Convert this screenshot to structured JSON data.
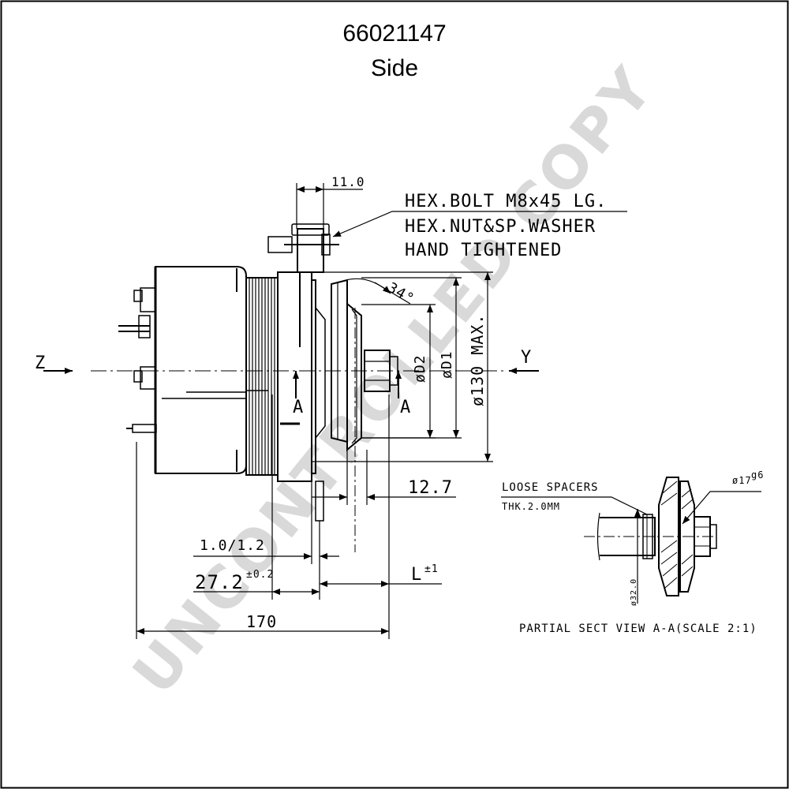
{
  "header": {
    "part_number": "66021147",
    "view": "Side"
  },
  "callouts": {
    "bolt_line1": "HEX.BOLT M8x45 LG.",
    "bolt_line2": "HEX.NUT&SP.WASHER",
    "bolt_line3": "HAND TIGHTENED"
  },
  "dimensions": {
    "bolt_offset": "11.0",
    "groove_angle": "34°",
    "d2": "øD2",
    "d1": "øD1",
    "max_dia": "ø130 MAX.",
    "pulley_width": "12.7",
    "gap": "1.0/1.2",
    "flange": "27.2",
    "flange_tol": "±0.2",
    "l_dim": "L",
    "l_tol": "±1",
    "overall": "170"
  },
  "view_markers": {
    "left": "Z",
    "right": "Y",
    "section": "A"
  },
  "section_view": {
    "spacers_label": "LOOSE SPACERS",
    "spacers_thk": "THK.2.0MM",
    "shaft_dia": "ø17",
    "shaft_fit": "g6",
    "bore_dia": "ø32.0",
    "caption": "PARTIAL SECT VIEW A-A(SCALE 2:1)"
  },
  "watermark": "UNCONTROLLED COPY",
  "colors": {
    "line": "#000000",
    "watermark": "#d9d9d9",
    "background": "#ffffff"
  }
}
